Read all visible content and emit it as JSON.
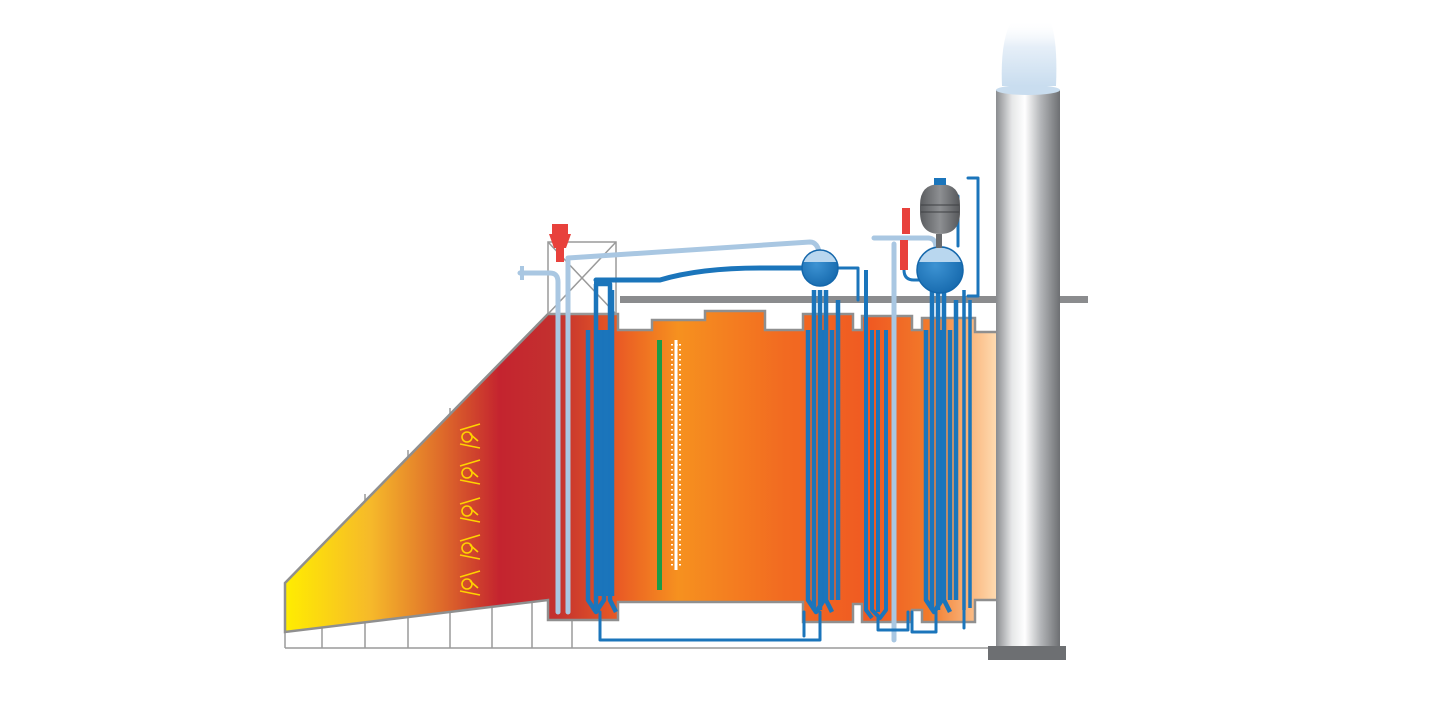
{
  "diagram": {
    "type": "hrsg-schematic",
    "text_labels": [],
    "colors": {
      "gas_hot": "#c0202f",
      "gas_mid": "#f26a21",
      "gas_inlet": "#ffe800",
      "gas_warm": "#f79a1e",
      "gas_exit": "#ffd7a8",
      "water_steam": "#1b75bb",
      "light_pipe": "#a9c7e2",
      "casing_outline": "#888888",
      "stack_metal": "#b8b8b8",
      "safety_valve": "#e8413c",
      "scr_catalyst": "#1a9b48",
      "burner_marks": "#ffd200"
    },
    "components": [
      "inlet-duct",
      "duct-burners",
      "main-casing",
      "superheater-coils",
      "evaporator-coils",
      "scr-catalyst",
      "hp-steam-drum",
      "lp-steam-drum",
      "deaerator-tank",
      "safety-valves",
      "exhaust-stack",
      "exhaust-plume"
    ]
  }
}
